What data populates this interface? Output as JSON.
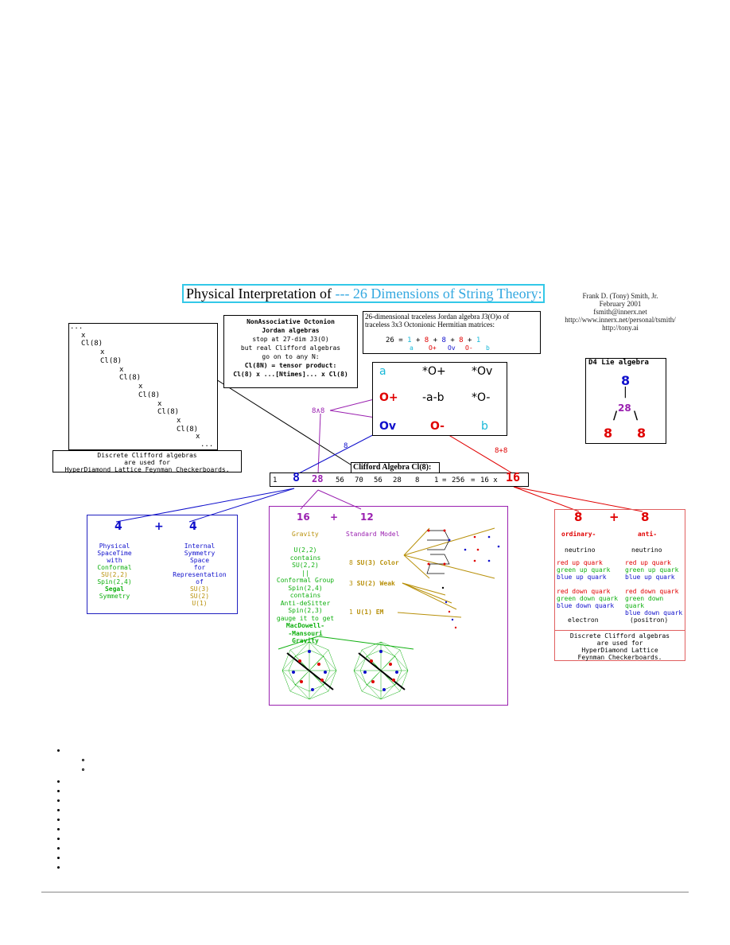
{
  "title": {
    "prefix": "Physical Interpretation of ",
    "highlight": "--- 26 Dimensions of String Theory:"
  },
  "author": {
    "lines": [
      "Frank D. (Tony) Smith, Jr.",
      "February 2001",
      "fsmith@innerx.net",
      "http://www.innerx.net/personal/tsmith/",
      "http://tony.ai"
    ]
  },
  "left_tower": {
    "lines": [
      "...",
      "x",
      "Cl(8)",
      "x",
      "Cl(8)",
      "x",
      "Cl(8)",
      "x",
      "Cl(8)",
      "x",
      "Cl(8)",
      "x",
      "Cl(8)",
      "x",
      "..."
    ],
    "caption": [
      "Discrete Clifford algebras",
      "are used for",
      "HyperDiamond Lattice Feynman Checkerboards."
    ]
  },
  "nonassoc_box": {
    "lines": [
      "NonAssociative Octonion",
      "Jordan algebras",
      "stop at 27-dim J3(O)",
      "but real Clifford algebras",
      "go on to any N:",
      "Cl(8N) = tensor product:",
      "Cl(8) x ...[Ntimes]... x Cl(8)"
    ]
  },
  "jordan_box": {
    "line1": "26-dimensional traceless Jordan algebra J3(O)o of",
    "line2": "traceless 3x3 Octonionic Hermitian matrices:",
    "eq": {
      "lhs": "26",
      "eq": "=",
      "terms": [
        "1",
        "+",
        "8",
        "+",
        "8",
        "+",
        "8",
        "+",
        "1"
      ]
    },
    "labels": [
      "a",
      "O+",
      "Ov",
      "O-",
      "b"
    ]
  },
  "matrix": {
    "cells": [
      "a",
      "*O+",
      "*Ov",
      "O+",
      "-a-b",
      "*O-",
      "Ov",
      "O-",
      "b"
    ]
  },
  "d4": {
    "title": "D4 Lie algebra",
    "top": "8",
    "mid": "28",
    "left": "8",
    "right": "8",
    "bars": [
      "|",
      "/",
      "\\"
    ]
  },
  "link_labels": {
    "eight_wedge": "8∧8",
    "eight": "8",
    "eight_plus": "8+8"
  },
  "cl8": {
    "title": "Clifford Algebra Cl(8):",
    "grades": [
      "1",
      "8",
      "28",
      "56",
      "70",
      "56",
      "28",
      "8",
      "1"
    ],
    "eq1": "=",
    "total": "256",
    "eq2": "=",
    "factor": "16 x",
    "big": "16"
  },
  "spacetime": {
    "a": "4",
    "plus": "+",
    "b": "4",
    "left": [
      "Physical",
      "SpaceTime",
      "with",
      "Conformal",
      "SU(2,2)",
      "Spin(2,4)",
      "Segal",
      "Symmetry"
    ],
    "right": [
      "Internal",
      "Symmetry",
      "Space",
      "for",
      "Representation",
      "of",
      "SU(3)",
      "SU(2)",
      "U(1)"
    ]
  },
  "bivectors": {
    "a": "16",
    "plus": "+",
    "b": "12",
    "gravity_head": "Gravity",
    "sm_head": "Standard Model",
    "gravity": [
      "U(2,2)",
      "contains",
      "SU(2,2)",
      "||",
      "Conformal Group",
      "Spin(2,4)",
      "contains",
      "Anti-deSitter",
      "Spin(2,3)",
      "gauge it to get",
      "MacDowell-",
      "-Mansouri",
      "Gravity"
    ],
    "sm": [
      {
        "n": "8",
        "g": "SU(3) Color"
      },
      {
        "n": "3",
        "g": "SU(2) Weak"
      },
      {
        "n": "1",
        "g": "U(1) EM"
      }
    ]
  },
  "fermions": {
    "a": "8",
    "plus": "+",
    "b": "8",
    "ordinary": "ordinary-",
    "anti": "anti-",
    "neutrino": "neutrino",
    "up": [
      "red up quark",
      "green up quark",
      "blue up quark"
    ],
    "down": [
      "red down quark",
      "green down quark",
      "blue down quark"
    ],
    "electron": "electron",
    "positron": "(positron)",
    "caption": [
      "Discrete Clifford algebras",
      "are used for",
      "HyperDiamond Lattice",
      "Feynman Checkerboards."
    ]
  },
  "colors": {
    "cyan": "#33c8e8",
    "blue": "#1010cc",
    "red": "#e00000",
    "purple": "#9a20b0",
    "green": "#10b010",
    "olive": "#b8900a"
  }
}
